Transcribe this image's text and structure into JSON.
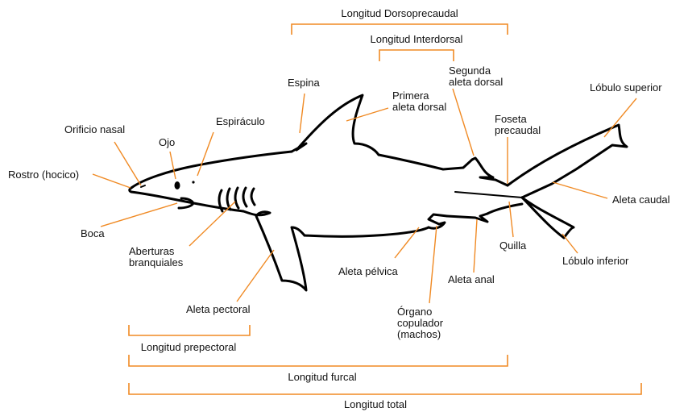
{
  "colors": {
    "accent": "#F08A24",
    "outline": "#000000",
    "text": "#111111",
    "background": "#FFFFFF"
  },
  "labels": {
    "orificio_nasal": "Orificio nasal",
    "ojo": "Ojo",
    "espiraculo": "Espiráculo",
    "espina": "Espina",
    "primera_aleta_line1": "Primera",
    "primera_aleta_line2": "aleta dorsal",
    "segunda_aleta_line1": "Segunda",
    "segunda_aleta_line2": "aleta dorsal",
    "lobulo_superior": "Lóbulo superior",
    "foseta_line1": "Foseta",
    "foseta_line2": "precaudal",
    "rostro": "Rostro (hocico)",
    "boca": "Boca",
    "aberturas_line1": "Aberturas",
    "aberturas_line2": "branquiales",
    "aleta_caudal": "Aleta caudal",
    "quilla": "Quilla",
    "lobulo_inferior": "Lóbulo inferior",
    "aleta_pelvica": "Aleta pélvica",
    "aleta_anal": "Aleta anal",
    "aleta_pectoral": "Aleta pectoral",
    "organo_line1": "Órgano",
    "organo_line2": "copulador",
    "organo_line3": "(machos)"
  },
  "measurements": {
    "dorsoprecaudal": "Longitud Dorsoprecaudal",
    "interdorsal": "Longitud Interdorsal",
    "prepectoral": "Longitud prepectoral",
    "furcal": "Longitud furcal",
    "total": "Longitud total"
  }
}
